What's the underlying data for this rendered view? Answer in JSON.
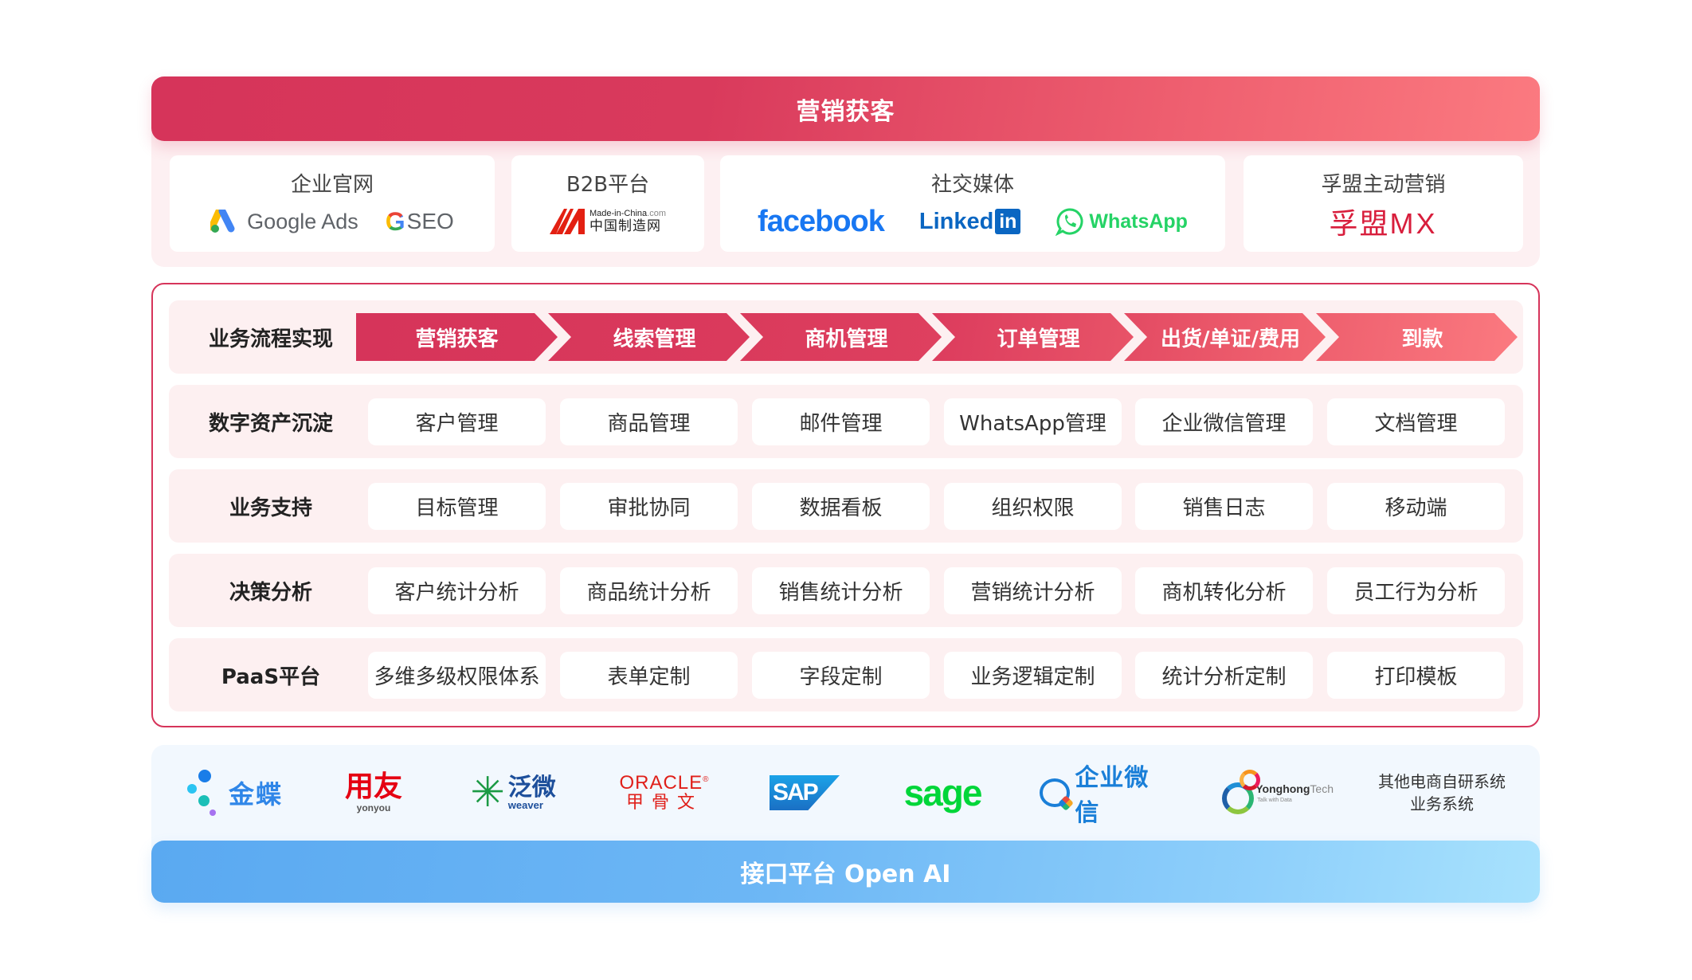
{
  "marketing": {
    "header": "营销获客",
    "cards": [
      {
        "title": "企业官网",
        "logos": [
          "Google Ads",
          "G",
          "SEO"
        ]
      },
      {
        "title": "B2B平台",
        "logos": {
          "en": "Made-in-China",
          "en_suffix": ".com",
          "cn": "中国制造网"
        }
      },
      {
        "title": "社交媒体",
        "logos": [
          "facebook",
          "Linked",
          "in",
          "WhatsApp"
        ]
      },
      {
        "title": "孚盟主动营销",
        "logos": {
          "cn": "孚盟",
          "en": "MX"
        }
      }
    ]
  },
  "platform": {
    "rows": [
      {
        "label": "业务流程实现",
        "type": "flow",
        "items": [
          "营销获客",
          "线索管理",
          "商机管理",
          "订单管理",
          "出货/单证/费用",
          "到款"
        ]
      },
      {
        "label": "数字资产沉淀",
        "type": "cells",
        "items": [
          "客户管理",
          "商品管理",
          "邮件管理",
          "WhatsApp管理",
          "企业微信管理",
          "文档管理"
        ]
      },
      {
        "label": "业务支持",
        "type": "cells",
        "items": [
          "目标管理",
          "审批协同",
          "数据看板",
          "组织权限",
          "销售日志",
          "移动端"
        ]
      },
      {
        "label": "决策分析",
        "type": "cells",
        "items": [
          "客户统计分析",
          "商品统计分析",
          "销售统计分析",
          "营销统计分析",
          "商机转化分析",
          "员工行为分析"
        ]
      },
      {
        "label": "PaaS平台",
        "type": "cells",
        "items": [
          "多维多级权限体系",
          "表单定制",
          "字段定制",
          "业务逻辑定制",
          "统计分析定制",
          "打印模板"
        ]
      }
    ]
  },
  "integrations": {
    "logos": {
      "kingdee": "金蝶",
      "yonyou_cn": "用友",
      "yonyou_en": "yonyou",
      "weaver_cn": "泛微",
      "weaver_en": "weaver",
      "oracle_en": "ORACLE",
      "oracle_cn": "甲骨文",
      "sap": "SAP",
      "sage": "sage",
      "wecom": "企业微信",
      "yonghong_a": "Yonghong",
      "yonghong_b": "Tech",
      "yonghong_sub": "Talk with Data",
      "other_line1": "其他电商自研系统",
      "other_line2": "业务系统"
    },
    "api_bar": "接口平台 Open AI"
  },
  "colors": {
    "brand_red": "#d6345a",
    "brand_red_light": "#fb7a80",
    "row_bg": "#fdf0f1",
    "api_blue": "#5aa9f1",
    "api_blue_light": "#a8e2fd"
  }
}
